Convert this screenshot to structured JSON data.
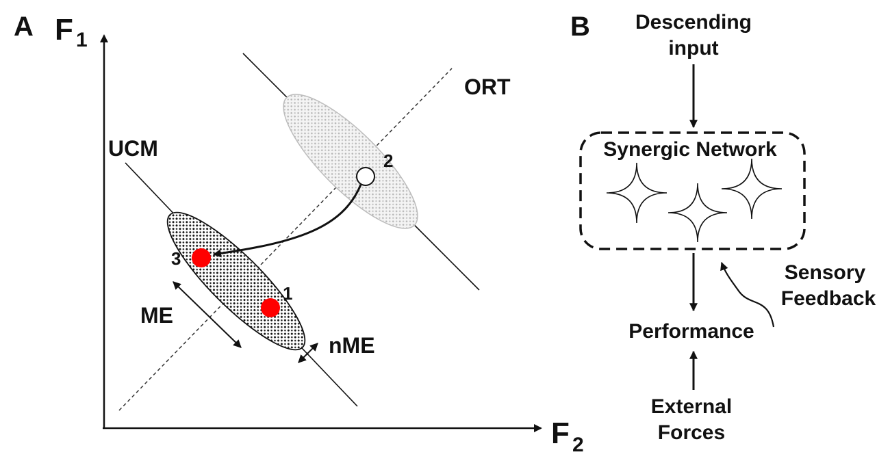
{
  "panel_a": {
    "label": "A",
    "y_axis": {
      "main": "F",
      "sub": "1"
    },
    "x_axis": {
      "main": "F",
      "sub": "2"
    },
    "ucm_label": "UCM",
    "ort_label": "ORT",
    "me_label": "ME",
    "nme_label": "nME",
    "points": {
      "p1": "1",
      "p2": "2",
      "p3": "3"
    },
    "colors": {
      "red_point": "#ff0000",
      "dark_ellipse_fill": "#d0d0d0",
      "light_ellipse_fill": "#ebebeb"
    }
  },
  "panel_b": {
    "label": "B",
    "descending_input": {
      "line1": "Descending",
      "line2": "input"
    },
    "synergic_network": "Synergic Network",
    "sensory_feedback": {
      "line1": "Sensory",
      "line2": "Feedback"
    },
    "performance": "Performance",
    "external_forces": {
      "line1": "External",
      "line2": "Forces"
    }
  }
}
